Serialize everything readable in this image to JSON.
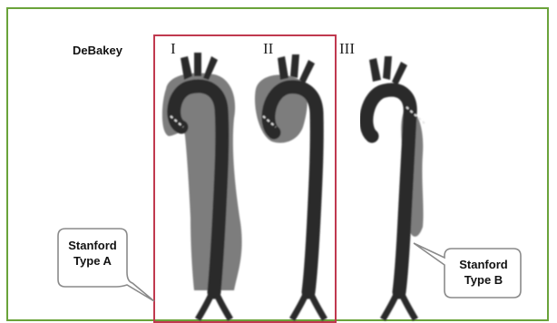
{
  "classification": {
    "title": "DeBakey",
    "types": [
      {
        "numeral": "I"
      },
      {
        "numeral": "II"
      },
      {
        "numeral": "III"
      }
    ]
  },
  "stanford": {
    "type_a": {
      "line1": "Stanford",
      "line2": "Type A",
      "border_color": "#c0394f"
    },
    "type_b": {
      "line1": "Stanford",
      "line2": "Type B"
    }
  },
  "colors": {
    "frame": "#6aa33a",
    "aorta_dark": "#2a2a2a",
    "dissection_gray": "#7a7a7a"
  }
}
